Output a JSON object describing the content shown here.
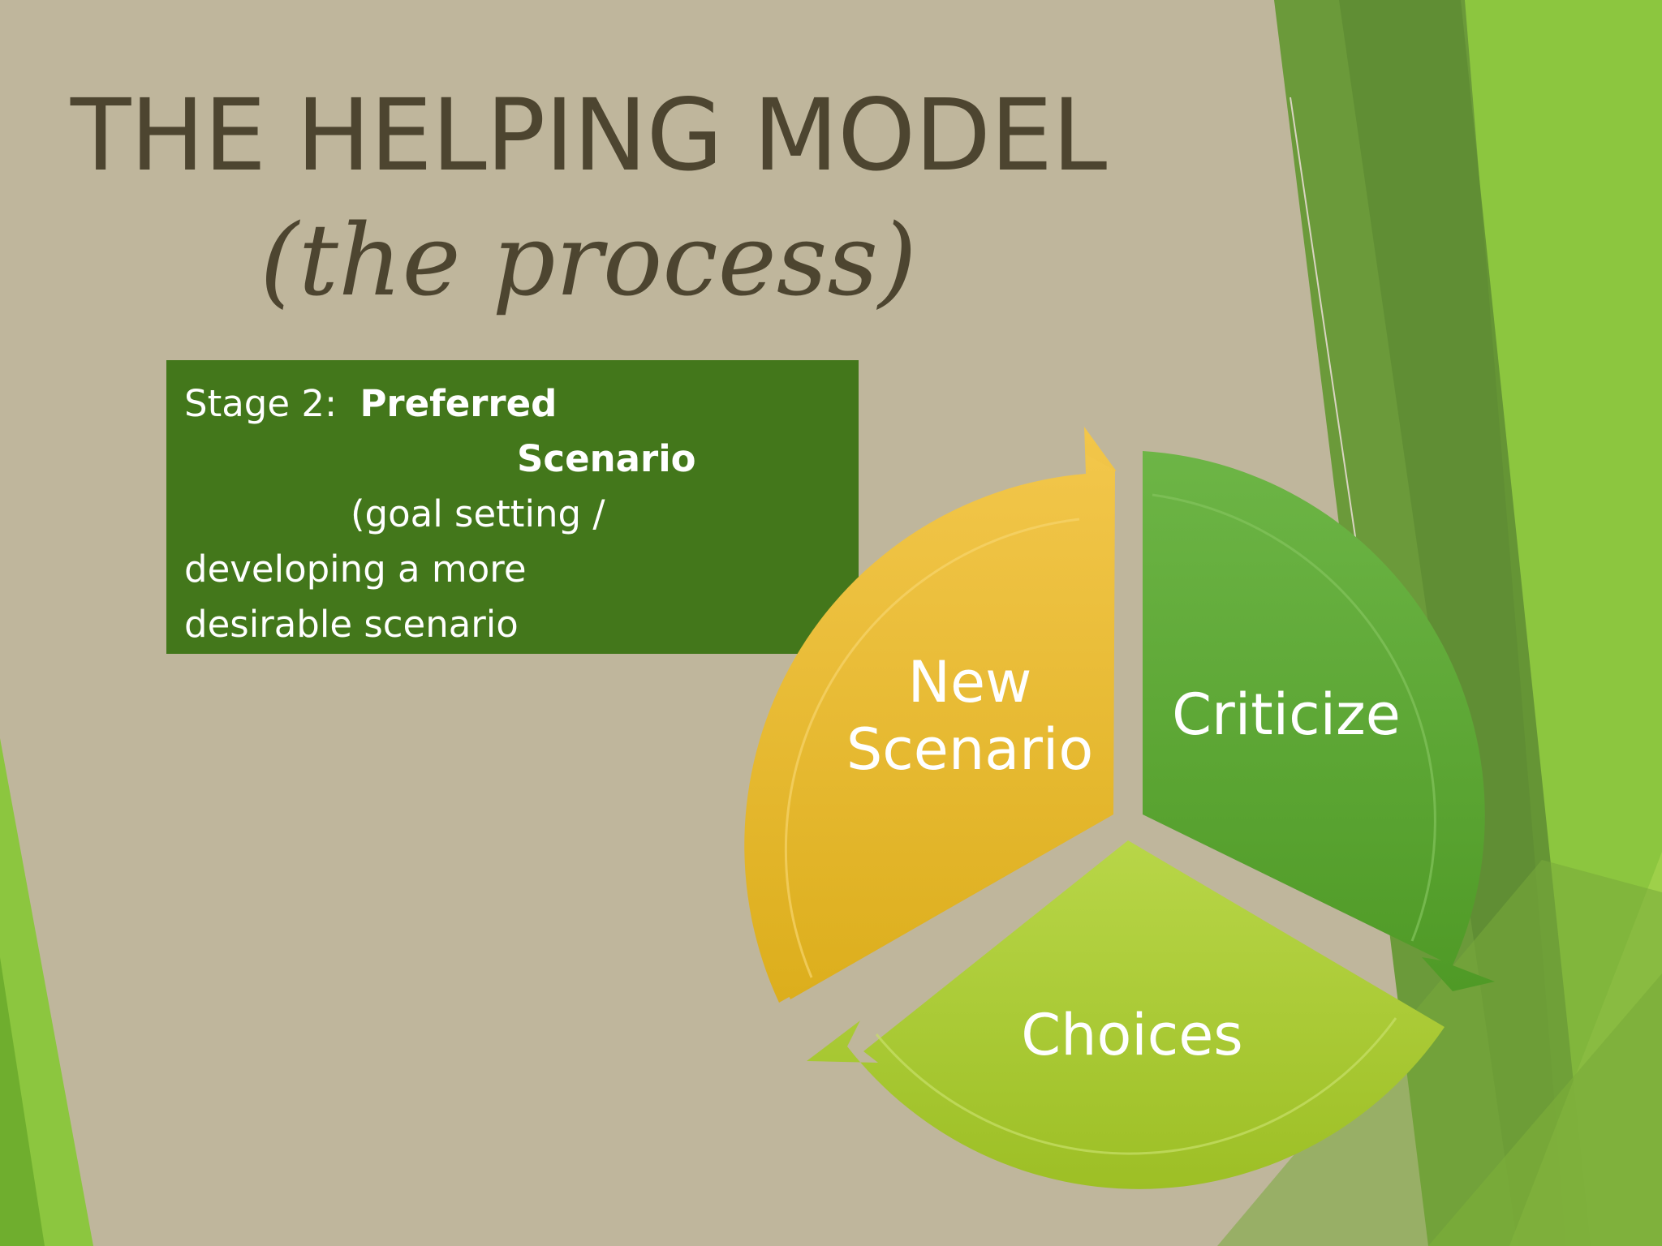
{
  "title": {
    "line1": "THE HELPING MODEL",
    "line2": "(the process)"
  },
  "stage_box": {
    "stage_label": "Stage 2:",
    "bold_line1": "Preferred",
    "bold_line2": "Scenario",
    "line3": "(goal setting /",
    "line4": "developing a more",
    "line5": "desirable scenario"
  },
  "cycle": {
    "segments": [
      {
        "label_line1": "New",
        "label_line2": "Scenario",
        "color": "#e8b830"
      },
      {
        "label": "Criticize",
        "color": "#5fa83a"
      },
      {
        "label": "Choices",
        "color": "#a9c932"
      }
    ]
  },
  "colors": {
    "background": "#bfb69c",
    "title_text": "#4d4530",
    "stage_box": "#43771b",
    "accent_dark_green": "#5e8c34",
    "accent_lime": "#8cc63f"
  }
}
